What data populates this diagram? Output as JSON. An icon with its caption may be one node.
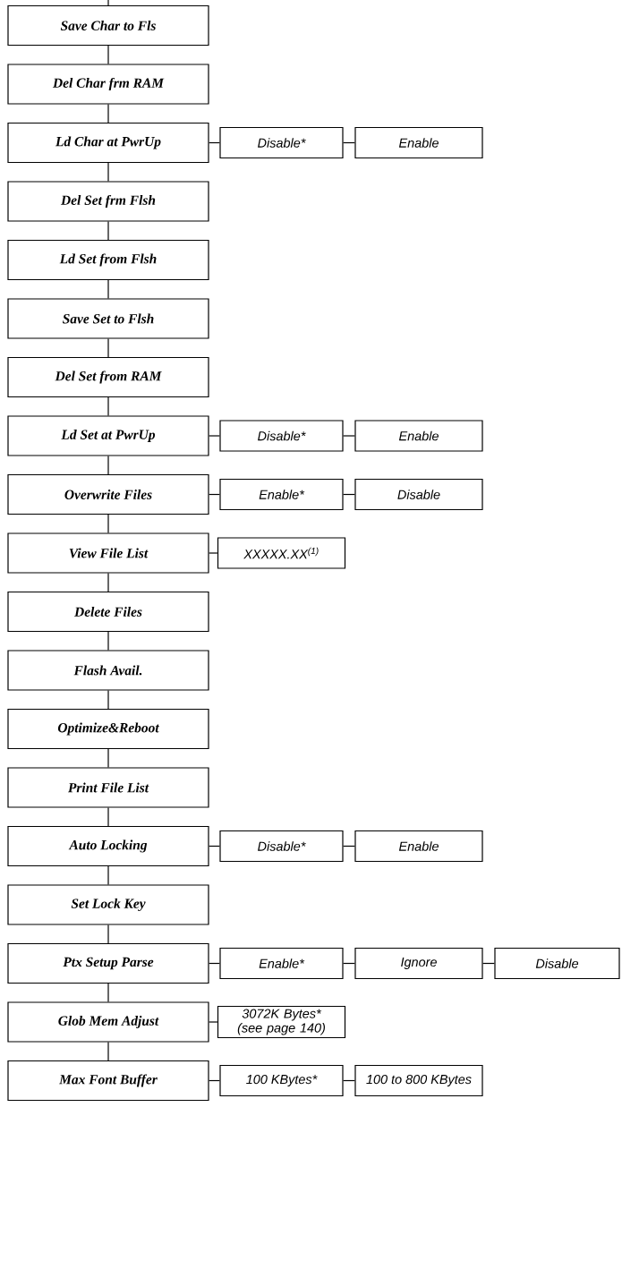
{
  "diagram": {
    "nodes": [
      {
        "text": [
          "Save Char to Fls"
        ]
      },
      {
        "text": [
          "Del Char frm RAM"
        ]
      },
      {
        "text": [
          "Ld Char at PwrUp"
        ]
      },
      {
        "text": [
          "Disable*"
        ]
      },
      {
        "text": [
          "Enable"
        ]
      },
      {
        "text": [
          "Del Set frm Flsh"
        ]
      },
      {
        "text": [
          "Ld Set from Flsh"
        ]
      },
      {
        "text": [
          "Save Set to Flsh"
        ]
      },
      {
        "text": [
          "Del Set from RAM"
        ]
      },
      {
        "text": [
          "Ld Set at PwrUp"
        ]
      },
      {
        "text": [
          "Disable*"
        ]
      },
      {
        "text": [
          "Enable"
        ]
      },
      {
        "text": [
          "Overwrite Files"
        ]
      },
      {
        "text": [
          "Enable*"
        ]
      },
      {
        "text": [
          "Disable"
        ]
      },
      {
        "text": [
          "View File List"
        ]
      },
      {
        "text": [
          "XXXXX.XX$^{(1)}$"
        ]
      },
      {
        "text": [
          "Delete Files"
        ]
      },
      {
        "text": [
          "Flash Avail."
        ]
      },
      {
        "text": [
          "Optimize&Reboot"
        ]
      },
      {
        "text": [
          "Print File List"
        ]
      },
      {
        "text": [
          "Auto Locking"
        ]
      },
      {
        "text": [
          "Disable*"
        ]
      },
      {
        "text": [
          "Enable"
        ]
      },
      {
        "text": [
          "Set Lock Key"
        ]
      },
      {
        "text": [
          "Ptx Setup Parse"
        ]
      },
      {
        "text": [
          "Enable*"
        ]
      },
      {
        "text": [
          "Ignore"
        ]
      },
      {
        "text": [
          "Disable"
        ]
      },
      {
        "text": [
          "Glob Mem Adjust"
        ]
      },
      {
        "text": [
          "3072K Bytes* (see page 140)"
        ]
      },
      {
        "text": [
          "Max Font Buffer"
        ]
      },
      {
        "text": [
          "100 KBytes*"
        ]
      },
      {
        "text": [
          "100 to 800 KBytes"
        ]
      }
    ],
    "edges": [
      {
        "from": null,
        "to": 0,
        "arrow": "none"
      },
      {
        "from": 0,
        "to": 1,
        "arrow": "none"
      },
      {
        "from": 1,
        "to": 2,
        "arrow": "none"
      },
      {
        "from": 2,
        "to": 3,
        "arrow": "none"
      },
      {
        "from": 3,
        "to": 4,
        "arrow": "none"
      },
      {
        "from": 2,
        "to": 5,
        "arrow": "none"
      },
      {
        "from": 5,
        "to": 6,
        "arrow": "none"
      },
      {
        "from": 6,
        "to": 7,
        "arrow": "none"
      },
      {
        "from": 7,
        "to": 8,
        "arrow": "none"
      },
      {
        "from": 8,
        "to": 9,
        "arrow": "none"
      },
      {
        "from": 9,
        "to": 10,
        "arrow": "none"
      },
      {
        "from": 10,
        "to": 11,
        "arrow": "none"
      },
      {
        "from": 9,
        "to": 12,
        "arrow": "none"
      },
      {
        "from": 12,
        "to": 13,
        "arrow": "none"
      },
      {
        "from": 13,
        "to": 14,
        "arrow": "none"
      },
      {
        "from": 12,
        "to": 15,
        "arrow": "none"
      },
      {
        "from": 15,
        "to": 16,
        "arrow": "none"
      },
      {
        "from": 15,
        "to": 17,
        "arrow": "none"
      },
      {
        "from": 17,
        "to": 18,
        "arrow": "none"
      },
      {
        "from": 18,
        "to": 19,
        "arrow": "none"
      },
      {
        "from": 19,
        "to": 20,
        "arrow": "none"
      },
      {
        "from": 20,
        "to": 21,
        "arrow": "none"
      },
      {
        "from": 21,
        "to": 22,
        "arrow": "none"
      },
      {
        "from": 22,
        "to": 23,
        "arrow": "none"
      },
      {
        "from": 21,
        "to": 24,
        "arrow": "none"
      },
      {
        "from": 24,
        "to": 25,
        "arrow": "none"
      },
      {
        "from": 25,
        "to": 26,
        "arrow": "none"
      },
      {
        "from": 26,
        "to": 27,
        "arrow": "none"
      },
      {
        "from": 27,
        "to": 28,
        "arrow": "none"
      },
      {
        "from": 25,
        "to": 29,
        "arrow": "none"
      },
      {
        "from": 29,
        "to": 30,
        "arrow": "none"
      },
      {
        "from": 29,
        "to": 31,
        "arrow": "none"
      },
      {
        "from": 31,
        "to": 32,
        "arrow": "none"
      },
      {
        "from": 32,
        "to": 33,
        "arrow": "none"
      }
    ]
  }
}
